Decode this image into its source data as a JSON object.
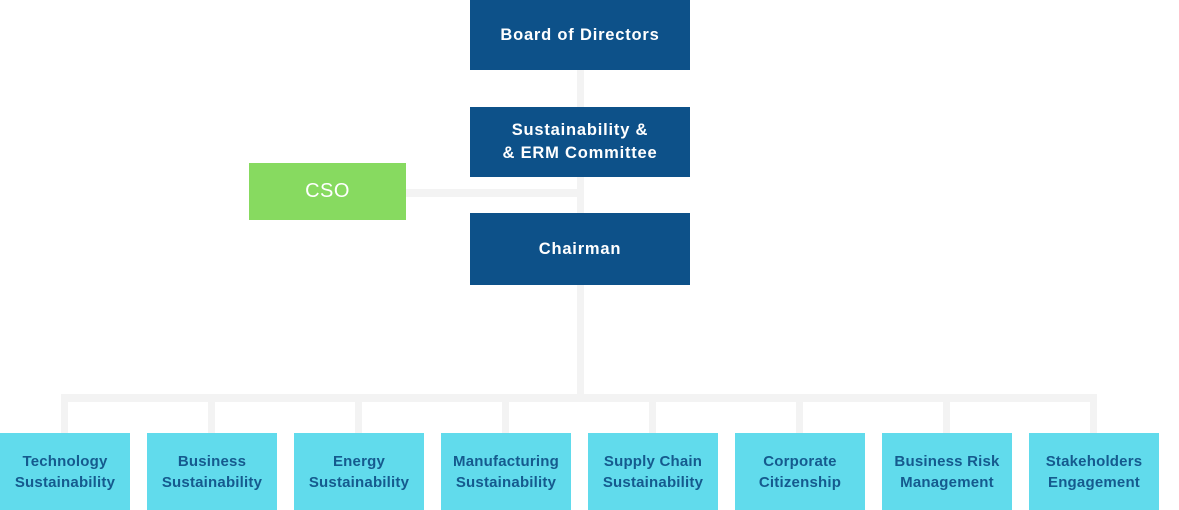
{
  "title": "Sustainability governance organization chart",
  "colors": {
    "node_blue": "#0d5189",
    "node_green": "#87da60",
    "node_cyan": "#61dbec",
    "connector_gray": "#f3f3f3",
    "department_text_blue": "#155a8e",
    "node_text_white": "#ffffff"
  },
  "org": {
    "board": {
      "label": "Board of Directors"
    },
    "committee": {
      "line1": "Sustainability &",
      "line2": "& ERM Committee"
    },
    "cso": {
      "label": "CSO"
    },
    "chairman": {
      "label": "Chairman"
    },
    "departments": [
      {
        "line1": "Technology",
        "line2": "Sustainability"
      },
      {
        "line1": "Business",
        "line2": "Sustainability"
      },
      {
        "line1": "Energy",
        "line2": "Sustainability"
      },
      {
        "line1": "Manufacturing",
        "line2": "Sustainability"
      },
      {
        "line1": "Supply Chain",
        "line2": "Sustainability"
      },
      {
        "line1": "Corporate",
        "line2": "Citizenship"
      },
      {
        "line1": "Business Risk",
        "line2": "Management"
      },
      {
        "line1": "Stakeholders",
        "line2": "Engagement"
      }
    ]
  }
}
